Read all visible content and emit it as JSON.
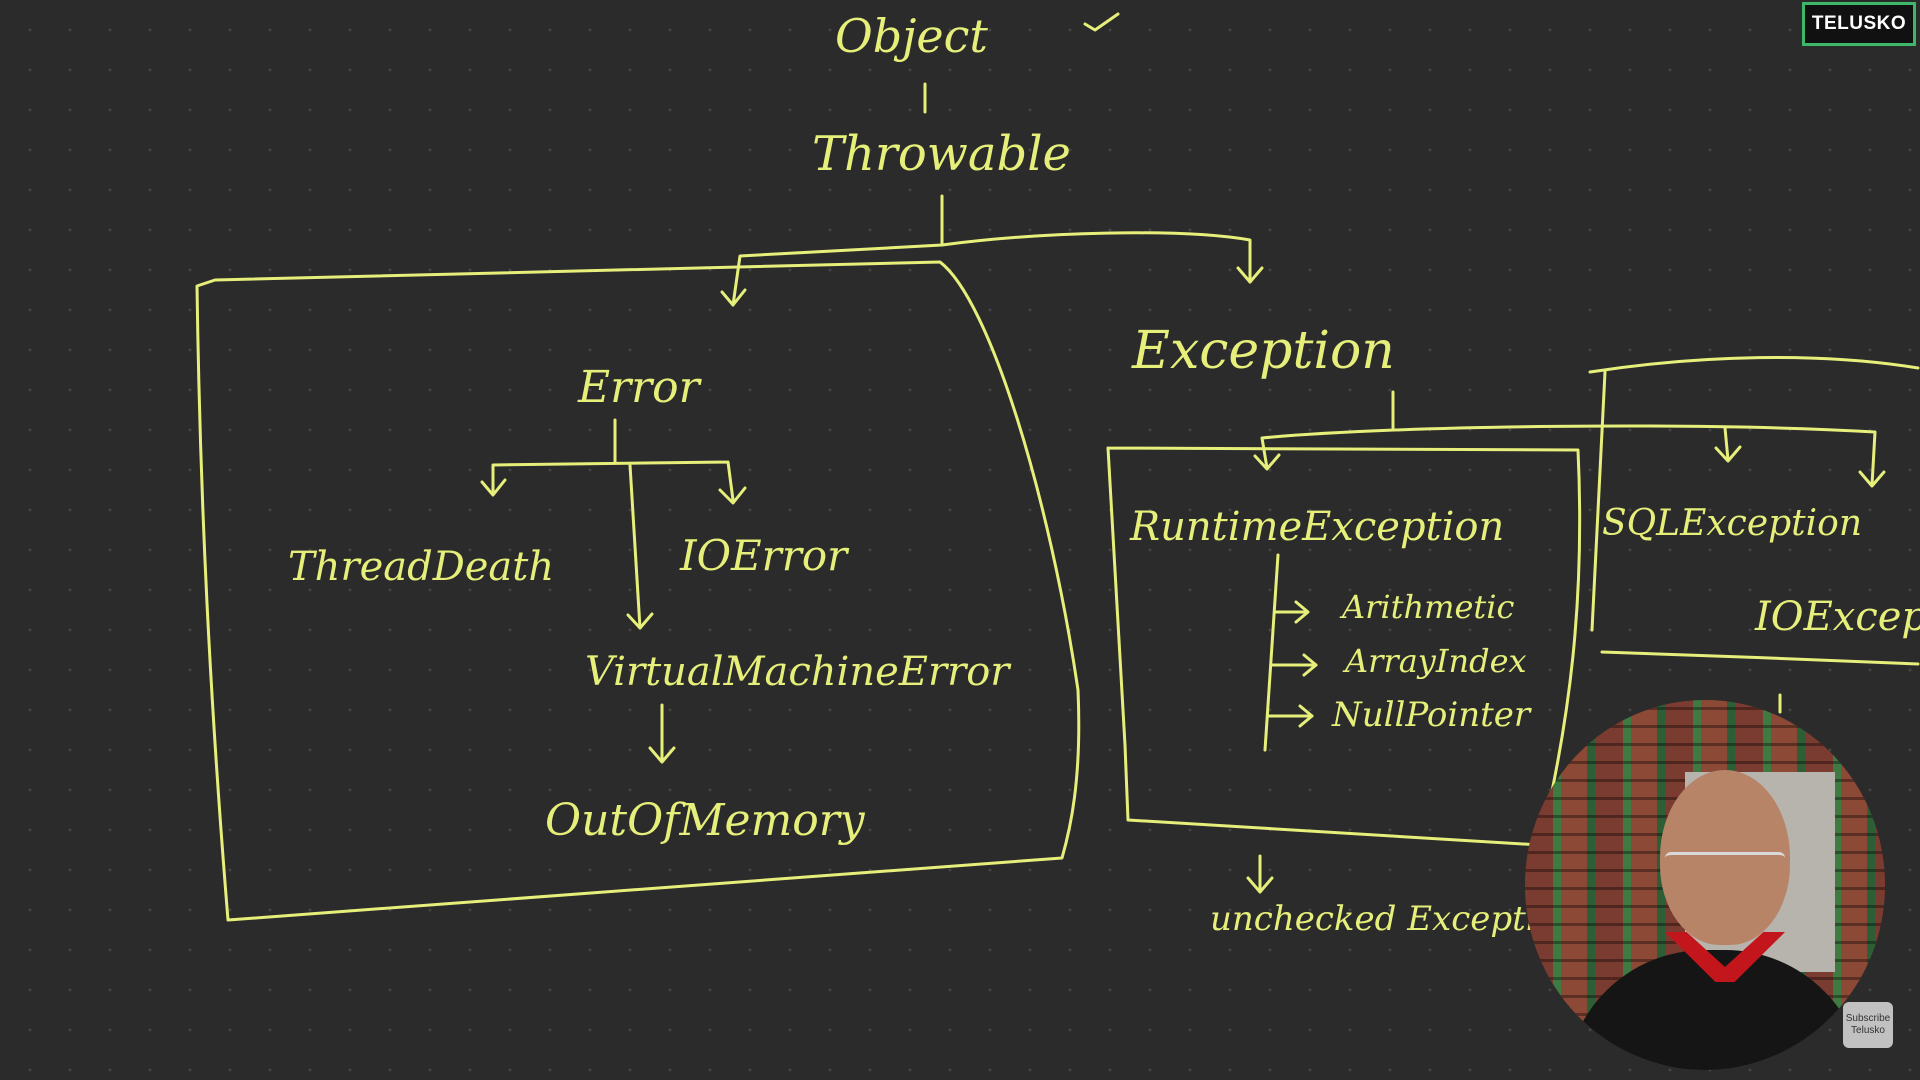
{
  "brand": {
    "logo_text": "TELUSKO",
    "accent_color": "#3db86b"
  },
  "ink_color": "#e6ef7a",
  "diagram": {
    "root": "Object",
    "throwable": "Throwable",
    "error": {
      "title": "Error",
      "children": [
        "ThreadDeath",
        "IOError",
        "VirtualMachineError"
      ],
      "grandchild": "OutOfMemory"
    },
    "exception": {
      "title": "Exception",
      "runtime": {
        "title": "RuntimeException",
        "children": [
          "Arithmetic",
          "ArrayIndex",
          "NullPointer"
        ]
      },
      "checked": [
        "SQLException",
        "IOException"
      ],
      "unchecked_note": "unchecked Exception"
    }
  },
  "overlay": {
    "subscribe_line1": "Subscribe",
    "subscribe_line2": "Telusko"
  }
}
